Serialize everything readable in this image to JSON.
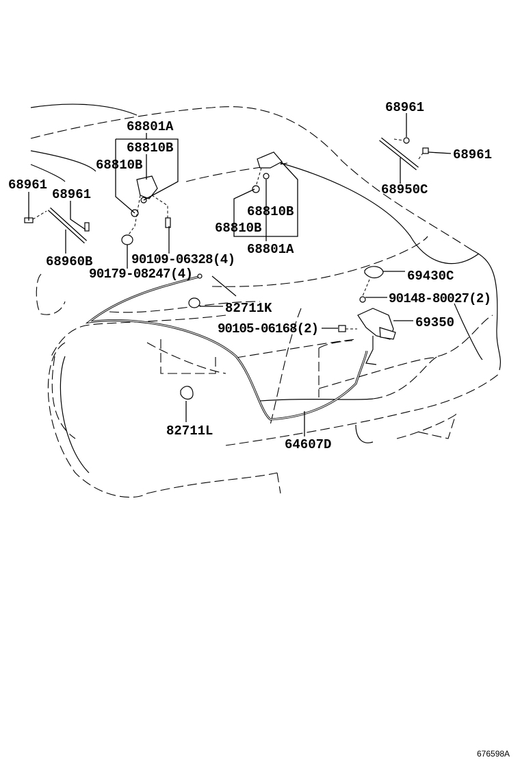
{
  "diagram": {
    "labels": {
      "p68961_a": "68961",
      "p68961_b": "68961",
      "p68950C": "68950C",
      "p68801A_left": "68801A",
      "p68810B_left_top": "68810B",
      "p68810B_left_mid": "68810B",
      "p68961_c": "68961",
      "p68961_d": "68961",
      "p68960B": "68960B",
      "p90109": "90109-06328(4)",
      "p90179": "90179-08247(4)",
      "p68810B_right_top": "68810B",
      "p68810B_right_mid": "68810B",
      "p68801A_right": "68801A",
      "p69430C": "69430C",
      "p90148": "90148-80027(2)",
      "p82711K": "82711K",
      "p90105": "90105-06168(2)",
      "p69350": "69350",
      "p82711L": "82711L",
      "p64607D": "64607D"
    },
    "reference_number": "676598A"
  }
}
